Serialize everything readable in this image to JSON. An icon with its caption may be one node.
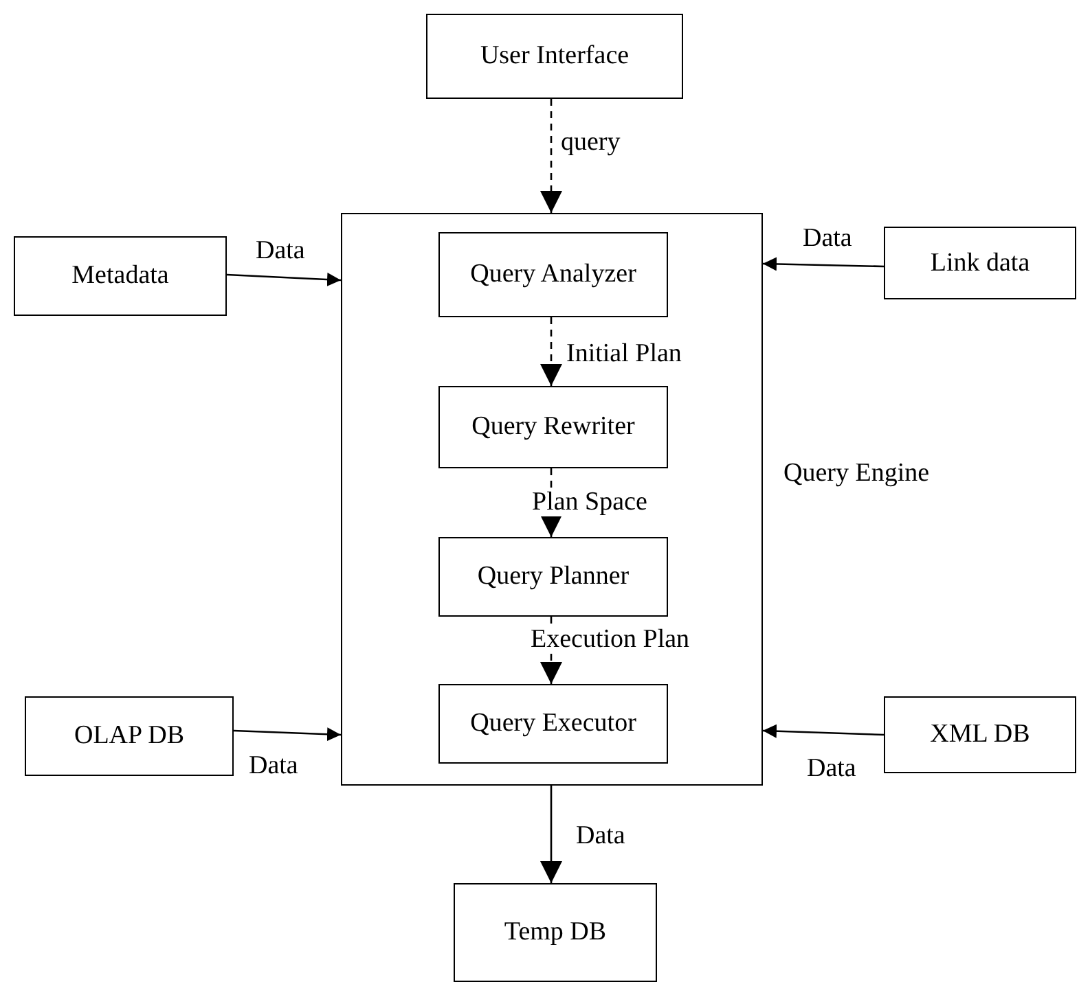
{
  "diagram": {
    "nodes": [
      {
        "text": [
          "User Interface"
        ]
      },
      {
        "text": [
          "Query Engine"
        ]
      },
      {
        "text": [
          "Query Analyzer"
        ],
        "in": 1
      },
      {
        "text": [
          "Query Rewriter"
        ],
        "in": 1
      },
      {
        "text": [
          "Query Planner"
        ],
        "in": 1
      },
      {
        "text": [
          "Query Executor"
        ],
        "in": 1
      },
      {
        "text": [
          "Metadata"
        ]
      },
      {
        "text": [
          "Link data"
        ]
      },
      {
        "text": [
          "OLAP DB"
        ]
      },
      {
        "text": [
          "XML DB"
        ]
      },
      {
        "text": [
          "Temp DB"
        ]
      }
    ],
    "edges": [
      {
        "from": 0,
        "to": 1,
        "arrow": "to",
        "label": "query",
        "style": "dashed"
      },
      {
        "from": 2,
        "to": 3,
        "arrow": "to",
        "label": "Initial Plan",
        "style": "dashed"
      },
      {
        "from": 3,
        "to": 4,
        "arrow": "to",
        "label": "Plan Space",
        "style": "dashed"
      },
      {
        "from": 4,
        "to": 5,
        "arrow": "to",
        "label": "Execution Plan",
        "style": "dashed"
      },
      {
        "from": 6,
        "to": 1,
        "arrow": "to",
        "label": "Data"
      },
      {
        "from": 7,
        "to": 1,
        "arrow": "to",
        "label": "Data"
      },
      {
        "from": 8,
        "to": 1,
        "arrow": "to",
        "label": "Data"
      },
      {
        "from": 9,
        "to": 1,
        "arrow": "to",
        "label": "Data"
      },
      {
        "from": 1,
        "to": 10,
        "arrow": "to",
        "label": "Data"
      }
    ]
  }
}
